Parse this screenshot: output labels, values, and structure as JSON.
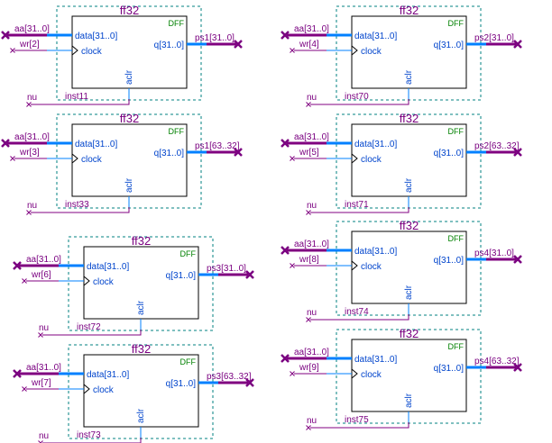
{
  "colors": {
    "wire": "#800080",
    "bus": "#800080",
    "pin": "#0080ff",
    "port": "#7a0080",
    "box": "#000000",
    "dash": "#008080",
    "title": "#7a0080",
    "pin_text": "#0044cc",
    "dff_text": "#008000"
  },
  "instances": [
    {
      "title": "ff32",
      "dff": "DFF",
      "data_pin": "data[31..0]",
      "clock_pin": "clock",
      "q_pin": "q[31..0]",
      "aclr_pin": "aclr",
      "inst": "inst11",
      "in_bus": "aa[31..0]",
      "wr": "wr[2]",
      "out": "ps1[31..0]",
      "nu": "nu"
    },
    {
      "title": "ff32",
      "dff": "DFF",
      "data_pin": "data[31..0]",
      "clock_pin": "clock",
      "q_pin": "q[31..0]",
      "aclr_pin": "aclr",
      "inst": "inst33",
      "in_bus": "aa[31..0]",
      "wr": "wr[3]",
      "out": "ps1[63..32]",
      "nu": "nu"
    },
    {
      "title": "ff32",
      "dff": "DFF",
      "data_pin": "data[31..0]",
      "clock_pin": "clock",
      "q_pin": "q[31..0]",
      "aclr_pin": "aclr",
      "inst": "inst72",
      "in_bus": "aa[31..0]",
      "wr": "wr[6]",
      "out": "ps3[31..0]",
      "nu": "nu"
    },
    {
      "title": "ff32",
      "dff": "DFF",
      "data_pin": "data[31..0]",
      "clock_pin": "clock",
      "q_pin": "q[31..0]",
      "aclr_pin": "aclr",
      "inst": "inst73",
      "in_bus": "aa[31..0]",
      "wr": "wr[7]",
      "out": "ps3[63..32]",
      "nu": "nu"
    },
    {
      "title": "ff32",
      "dff": "DFF",
      "data_pin": "data[31..0]",
      "clock_pin": "clock",
      "q_pin": "q[31..0]",
      "aclr_pin": "aclr",
      "inst": "inst70",
      "in_bus": "aa[31..0]",
      "wr": "wr[4]",
      "out": "ps2[31..0]",
      "nu": "nu"
    },
    {
      "title": "ff32",
      "dff": "DFF",
      "data_pin": "data[31..0]",
      "clock_pin": "clock",
      "q_pin": "q[31..0]",
      "aclr_pin": "aclr",
      "inst": "inst71",
      "in_bus": "aa[31..0]",
      "wr": "wr[5]",
      "out": "ps2[63..32]",
      "nu": "nu"
    },
    {
      "title": "ff32",
      "dff": "DFF",
      "data_pin": "data[31..0]",
      "clock_pin": "clock",
      "q_pin": "q[31..0]",
      "aclr_pin": "aclr",
      "inst": "inst74",
      "in_bus": "aa[31..0]",
      "wr": "wr[8]",
      "out": "ps4[31..0]",
      "nu": "nu"
    },
    {
      "title": "ff32",
      "dff": "DFF",
      "data_pin": "data[31..0]",
      "clock_pin": "clock",
      "q_pin": "q[31..0]",
      "aclr_pin": "aclr",
      "inst": "inst75",
      "in_bus": "aa[31..0]",
      "wr": "wr[9]",
      "out": "ps4[63..32]",
      "nu": "nu"
    }
  ]
}
